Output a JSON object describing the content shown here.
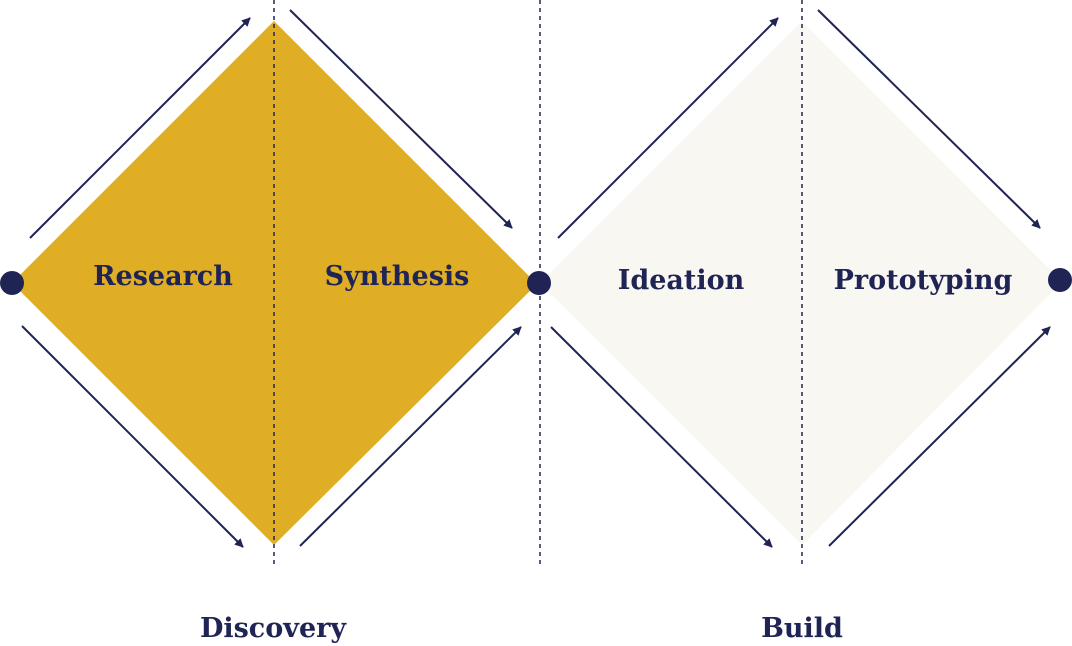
{
  "colors": {
    "navy": "#1f2454",
    "gold": "#e0ae24",
    "cream": "#f9f7f2",
    "background": "#ffffff"
  },
  "diamonds": [
    {
      "name": "discovery",
      "fill": "#e0ae24",
      "stages": [
        {
          "label": "Research"
        },
        {
          "label": "Synthesis"
        }
      ],
      "phase": "Discovery"
    },
    {
      "name": "build",
      "fill": "#f9f7f2",
      "stages": [
        {
          "label": "Ideation"
        },
        {
          "label": "Prototyping"
        }
      ],
      "phase": "Build"
    }
  ],
  "icons": {
    "node": "dot-icon",
    "arrow": "arrow-icon"
  }
}
